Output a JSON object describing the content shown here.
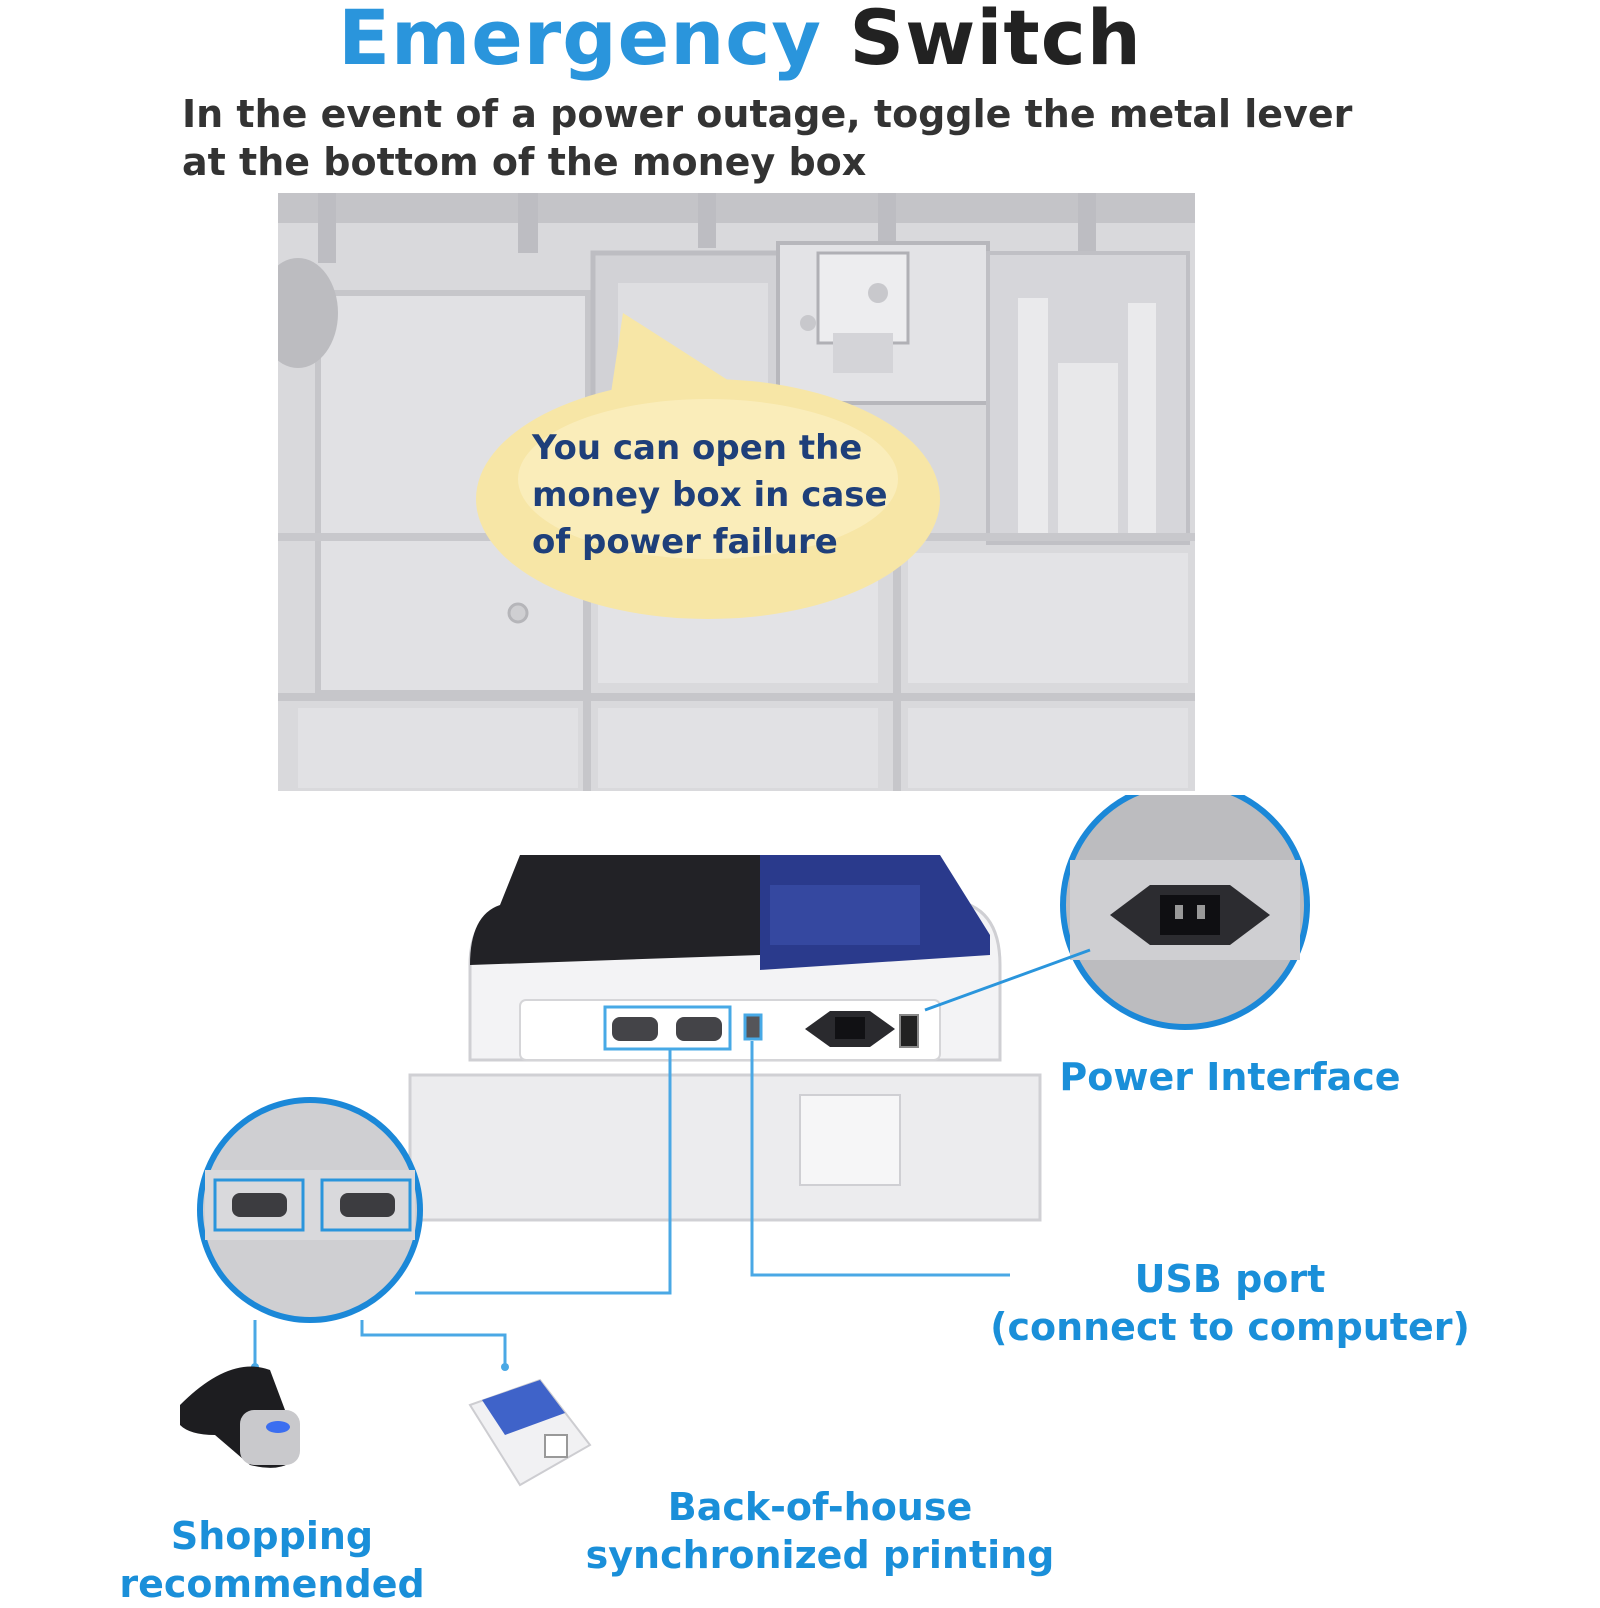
{
  "title": {
    "part1": "Emergency",
    "part2": "Switch"
  },
  "subtitle": "In the event of a power outage, toggle the metal lever  at the bottom of the money box",
  "callout": {
    "line1": "You can open the",
    "line2": "money box in case",
    "line3": "of power failure"
  },
  "labels": {
    "power_interface": "Power Interface",
    "usb_line1": "USB port",
    "usb_line2": "(connect to computer)",
    "shopping_line1": "Shopping",
    "shopping_line2": "recommended",
    "print_line1": "Back-of-house",
    "print_line2": "synchronized printing"
  },
  "colors": {
    "title_blue": "#2a95dc",
    "label_blue": "#1a8fd9",
    "callout_text": "#1e3f7a",
    "callout_fill": "#f7e6a6"
  },
  "icons": [
    "cash-drawer-photo",
    "receipt-printer-icon",
    "barcode-scanner-icon",
    "thermal-printer-icon",
    "power-socket-icon",
    "serial-port-icon"
  ]
}
